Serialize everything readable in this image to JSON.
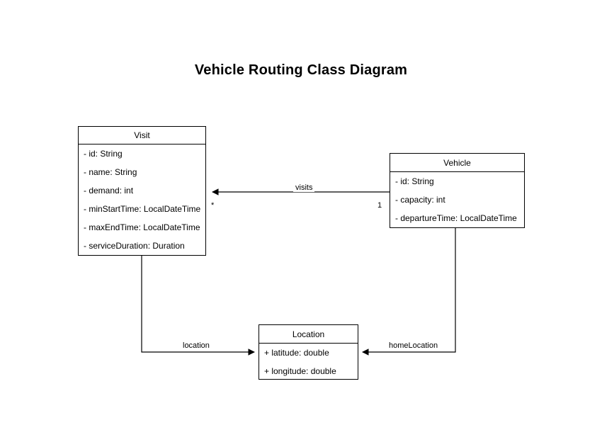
{
  "diagram": {
    "title": "Vehicle Routing Class Diagram",
    "type": "uml-class-diagram",
    "background_color": "#ffffff",
    "stroke_color": "#000000",
    "classes": [
      {
        "name": "Visit",
        "attributes": [
          "- id: String",
          "- name: String",
          "- demand: int",
          "- minStartTime: LocalDateTime",
          "- maxEndTime: LocalDateTime",
          "- serviceDuration: Duration"
        ]
      },
      {
        "name": "Vehicle",
        "attributes": [
          "- id: String",
          "- capacity: int",
          "- departureTime: LocalDateTime"
        ]
      },
      {
        "name": "Location",
        "attributes": [
          "+ latitude: double",
          "+ longitude: double"
        ]
      }
    ],
    "relationships": [
      {
        "label": "visits",
        "from": "Vehicle",
        "to": "Visit",
        "source_multiplicity": "1",
        "target_multiplicity": "*"
      },
      {
        "label": "location",
        "from": "Visit",
        "to": "Location",
        "source_multiplicity": "",
        "target_multiplicity": ""
      },
      {
        "label": "homeLocation",
        "from": "Vehicle",
        "to": "Location",
        "source_multiplicity": "",
        "target_multiplicity": ""
      }
    ]
  }
}
